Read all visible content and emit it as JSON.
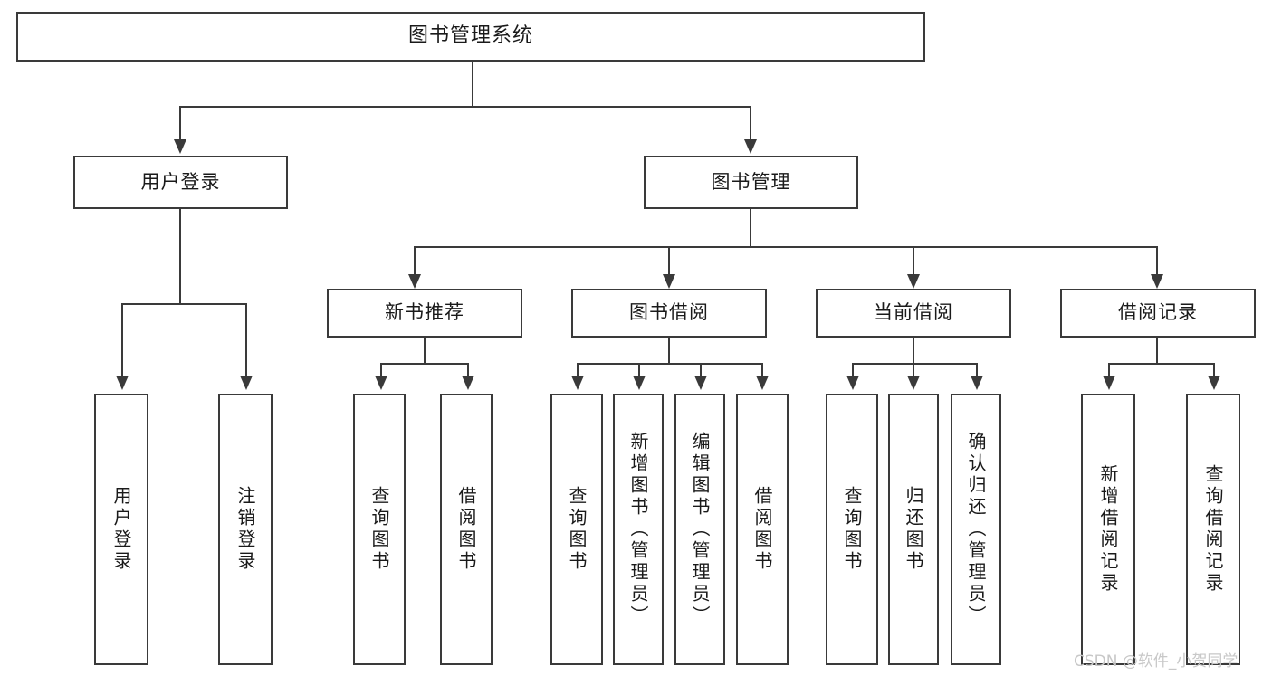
{
  "diagram": {
    "title": "图书管理系统",
    "type": "tree",
    "root": {
      "id": "root",
      "label": "图书管理系统"
    },
    "level1": [
      {
        "id": "user-login",
        "label": "用户登录"
      },
      {
        "id": "book-management",
        "label": "图书管理"
      }
    ],
    "level2": [
      {
        "id": "new-book-recommend",
        "label": "新书推荐",
        "parent": "book-management"
      },
      {
        "id": "book-borrow",
        "label": "图书借阅",
        "parent": "book-management"
      },
      {
        "id": "current-borrow",
        "label": "当前借阅",
        "parent": "book-management"
      },
      {
        "id": "borrow-record",
        "label": "借阅记录",
        "parent": "book-management"
      }
    ],
    "leaves": {
      "user_login": [
        {
          "id": "leaf-user-login",
          "label": "用户登录"
        },
        {
          "id": "leaf-logout-login",
          "label": "注销登录"
        }
      ],
      "new_book_recommend": [
        {
          "id": "leaf-query-book-1",
          "label": "查询图书"
        },
        {
          "id": "leaf-borrow-book-1",
          "label": "借阅图书"
        }
      ],
      "book_borrow": [
        {
          "id": "leaf-query-book-2",
          "label": "查询图书"
        },
        {
          "id": "leaf-add-book",
          "label": "新增图书（管理员）"
        },
        {
          "id": "leaf-edit-book",
          "label": "编辑图书（管理员）"
        },
        {
          "id": "leaf-borrow-book-2",
          "label": "借阅图书"
        }
      ],
      "current_borrow": [
        {
          "id": "leaf-query-book-3",
          "label": "查询图书"
        },
        {
          "id": "leaf-return-book",
          "label": "归还图书"
        },
        {
          "id": "leaf-confirm-return",
          "label": "确认归还（管理员）"
        }
      ],
      "borrow_record": [
        {
          "id": "leaf-add-record",
          "label": "新增借阅记录"
        },
        {
          "id": "leaf-query-record",
          "label": "查询借阅记录"
        }
      ]
    }
  },
  "watermark": {
    "text": "CSDN @软件_小贺同学"
  },
  "colors": {
    "stroke": "#3a3a3a",
    "background": "#ffffff",
    "text": "#1a1a1a",
    "watermark": "#c8c8c8"
  }
}
